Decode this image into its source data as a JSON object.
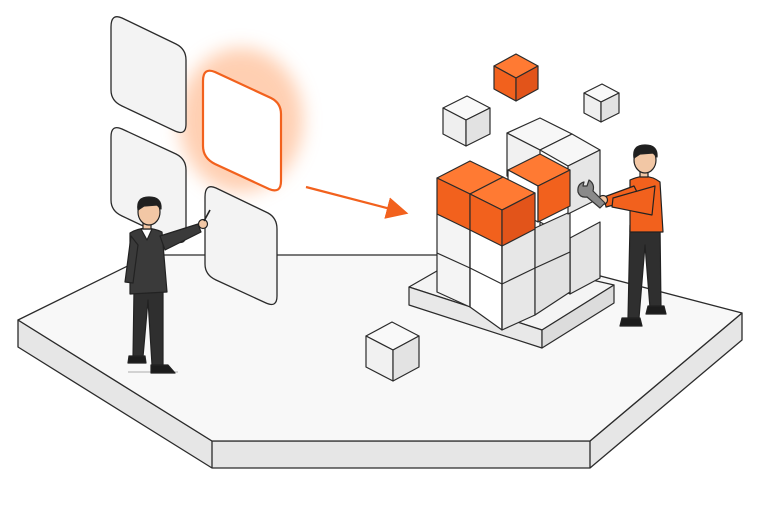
{
  "scene": {
    "accent_color": "#f2611d",
    "panel_color": "#f4f4f4",
    "outline_color": "#2b2b2b",
    "platform_top": "#f7f7f7",
    "platform_side": "#e6e6e6",
    "suit_color": "#3a3a3a",
    "panels": [
      {
        "name": "option-panel-top-left",
        "state": "idle"
      },
      {
        "name": "option-panel-selected",
        "state": "highlighted"
      },
      {
        "name": "option-panel-mid-left",
        "state": "idle"
      },
      {
        "name": "option-panel-bottom-right",
        "state": "idle"
      }
    ],
    "icons": [
      "arrow-icon",
      "wrench-icon"
    ]
  }
}
